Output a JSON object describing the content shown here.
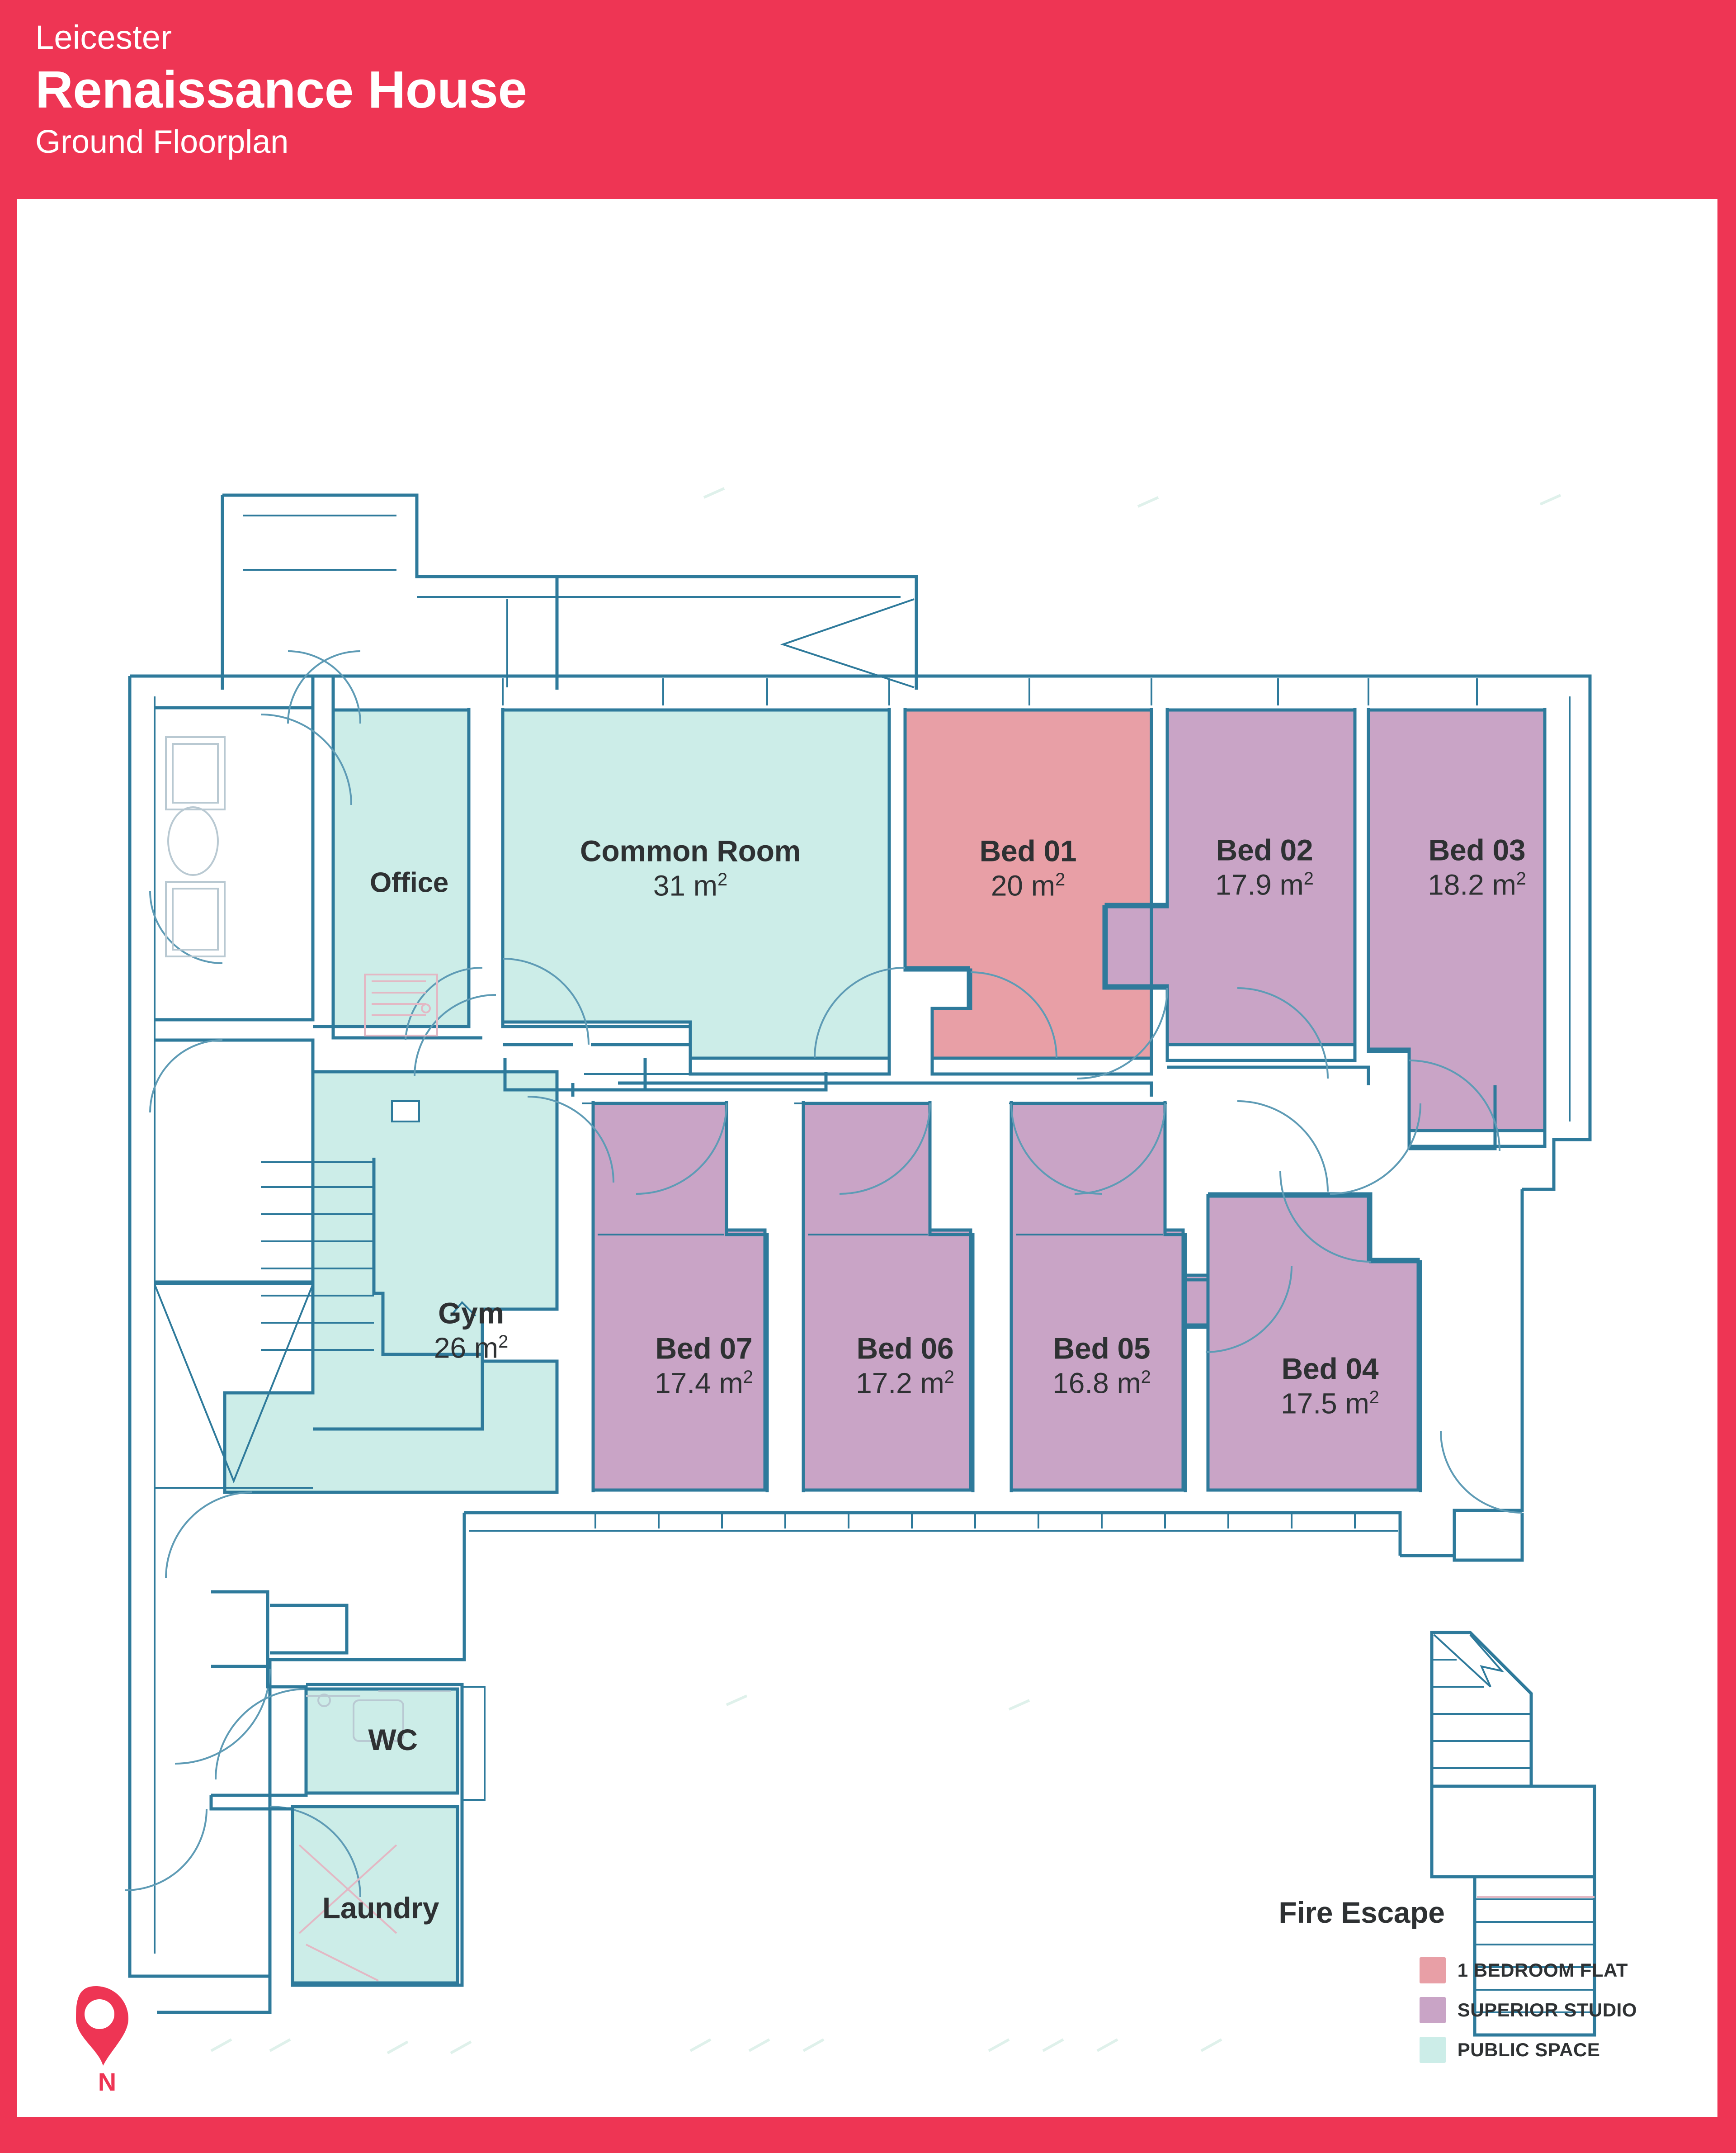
{
  "header": {
    "city": "Leicester",
    "building": "Renaissance House",
    "floor": "Ground Floorplan"
  },
  "colors": {
    "brand_red": "#EE3554",
    "one_bedroom_flat": "#E89FA6",
    "superior_studio": "#C9A4C6",
    "public_space": "#CCEDE8",
    "wall_stroke": "#2E7A9B",
    "label_text": "#2E3133"
  },
  "rooms": [
    {
      "name": "Office",
      "area": "",
      "unit": "",
      "category": "public_space"
    },
    {
      "name": "Common Room",
      "area": "31",
      "unit": "m",
      "category": "public_space"
    },
    {
      "name": "Bed 01",
      "area": "20",
      "unit": "m",
      "category": "one_bedroom_flat"
    },
    {
      "name": "Bed 02",
      "area": "17.9",
      "unit": "m",
      "category": "superior_studio"
    },
    {
      "name": "Bed 03",
      "area": "18.2",
      "unit": "m",
      "category": "superior_studio"
    },
    {
      "name": "Gym",
      "area": "26",
      "unit": "m",
      "category": "public_space"
    },
    {
      "name": "Bed 07",
      "area": "17.4",
      "unit": "m",
      "category": "superior_studio"
    },
    {
      "name": "Bed 06",
      "area": "17.2",
      "unit": "m",
      "category": "superior_studio"
    },
    {
      "name": "Bed 05",
      "area": "16.8",
      "unit": "m",
      "category": "superior_studio"
    },
    {
      "name": "Bed 04",
      "area": "17.5",
      "unit": "m",
      "category": "superior_studio"
    },
    {
      "name": "WC",
      "area": "",
      "unit": "",
      "category": "public_space"
    },
    {
      "name": "Laundry",
      "area": "",
      "unit": "",
      "category": "public_space"
    },
    {
      "name": "Fire Escape",
      "area": "",
      "unit": "",
      "category": "none"
    }
  ],
  "legend": {
    "items": [
      {
        "label": "1 BEDROOM FLAT",
        "color": "#E89FA6"
      },
      {
        "label": "SUPERIOR STUDIO",
        "color": "#C9A4C6"
      },
      {
        "label": "PUBLIC SPACE",
        "color": "#CCEDE8"
      }
    ]
  },
  "compass": {
    "north_label": "N",
    "icon": "map-pin-north"
  }
}
